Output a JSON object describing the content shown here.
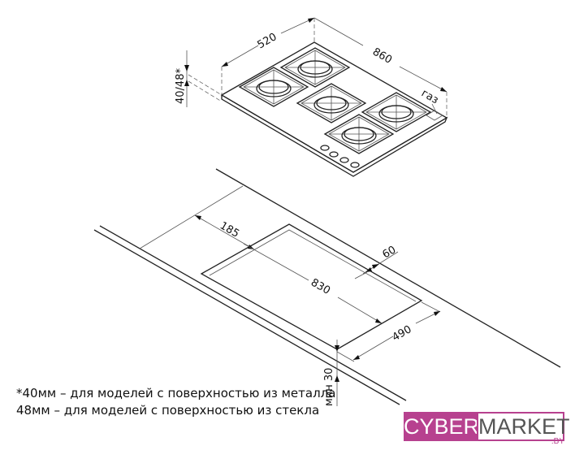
{
  "dimensions": {
    "hob_depth": "520",
    "hob_width": "860",
    "hob_height": "40/48*",
    "gas_label": "газ",
    "cutout_offset_side": "185",
    "cutout_length": "830",
    "cutout_offset_back": "60",
    "cutout_depth": "490",
    "min_thickness": "мин 30"
  },
  "notes": [
    "*40мм – для моделей с поверхностью из металла",
    "48мм – для моделей с поверхностью из стекла"
  ],
  "logo": {
    "left": "CYBER",
    "right": "MARKET",
    "suffix": ".BY",
    "brand_color": "#b7418f"
  }
}
